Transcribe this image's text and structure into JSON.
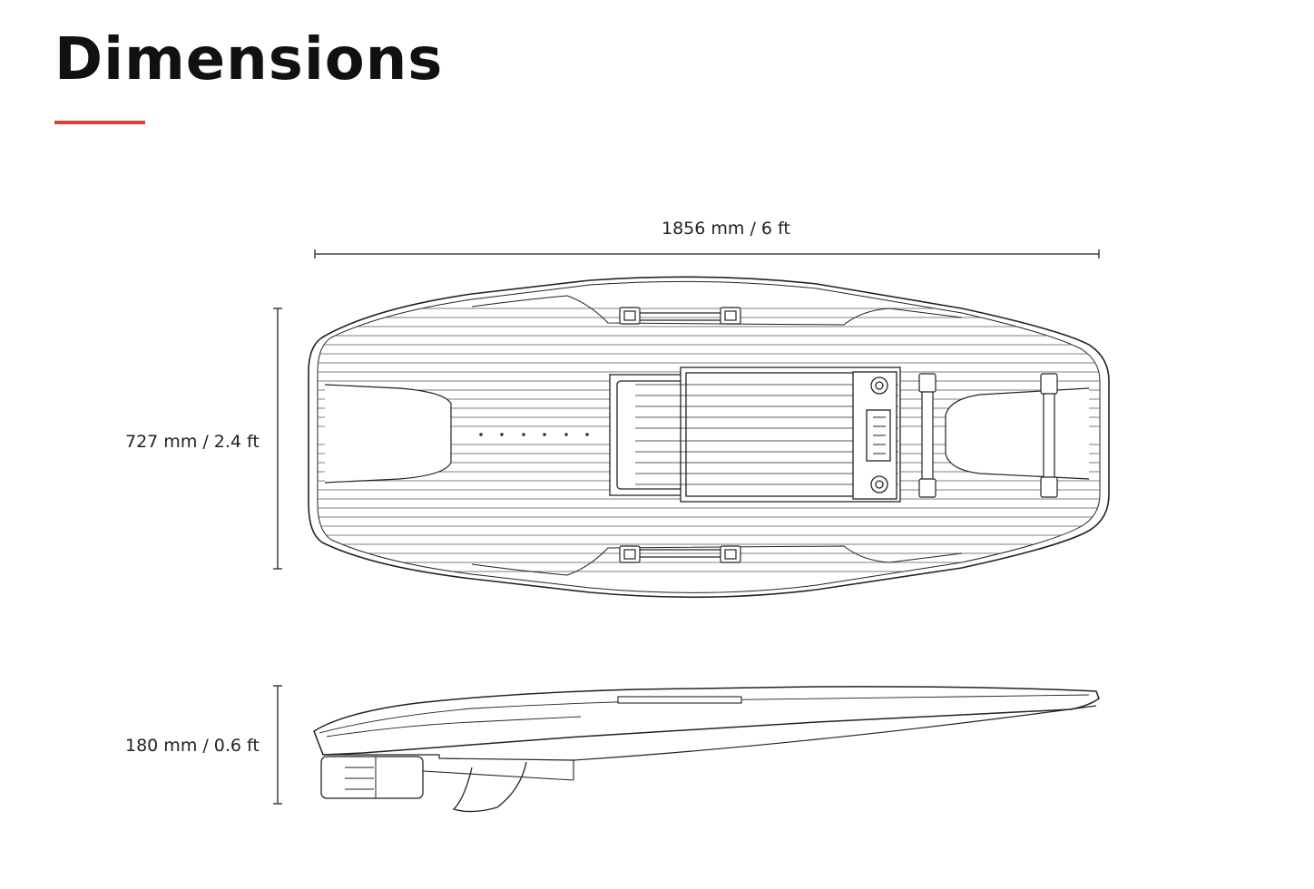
{
  "header": {
    "title": "Dimensions",
    "accent_color": "#e2402a"
  },
  "dimensions": {
    "length_label": "1856 mm / 6 ft",
    "width_label": "727 mm / 2.4 ft",
    "height_label": "180 mm / 0.6 ft"
  },
  "drawing": {
    "line_color": "#222222",
    "views": [
      "top-view",
      "side-view"
    ]
  }
}
